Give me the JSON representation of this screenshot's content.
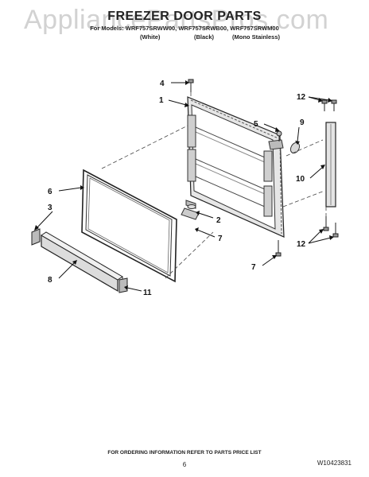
{
  "watermark": "AppliancePartsPros.com",
  "title": "FREEZER DOOR PARTS",
  "models_line": "For Models: WRF757SRWW00, WRF757SRWB00, WRF757SRWM00",
  "finishes": [
    "(White)",
    "(Black)",
    "(Mono Stainless)"
  ],
  "callouts": {
    "c1": "1",
    "c2": "2",
    "c3": "3",
    "c4": "4",
    "c5": "5",
    "c6": "6",
    "c7a": "7",
    "c7b": "7",
    "c8": "8",
    "c9": "9",
    "c10": "10",
    "c11": "11",
    "c12a": "12",
    "c12b": "12"
  },
  "footer": {
    "ordering_info": "FOR ORDERING INFORMATION REFER TO PARTS PRICE LIST",
    "page_number": "6",
    "doc_id": "W10423831"
  }
}
